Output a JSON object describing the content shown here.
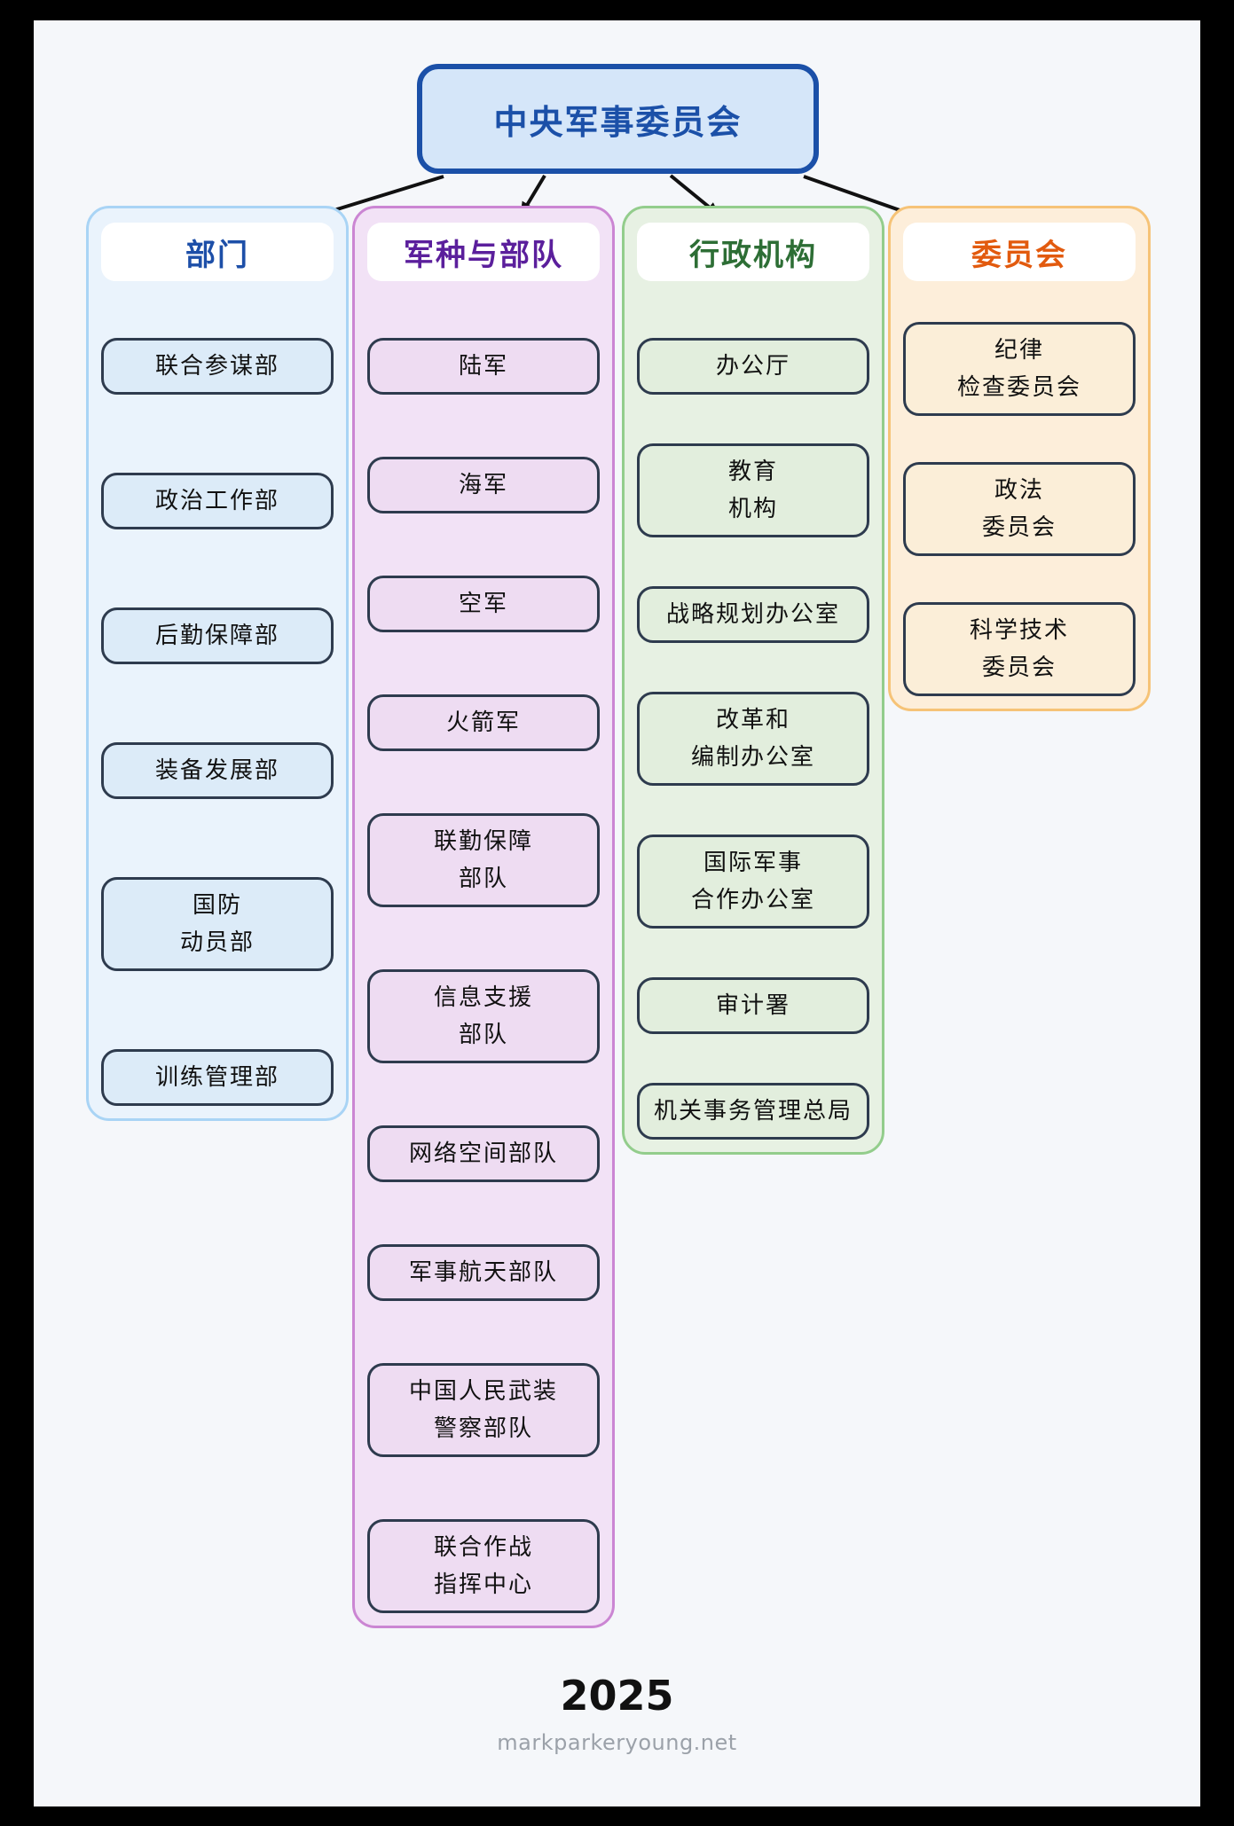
{
  "title": "中央军事委员会",
  "footer": {
    "year": "2025",
    "site": "markparkeryoung.net"
  },
  "colors": {
    "page_bg": "#f5f7fa",
    "frame": "#000000",
    "title_bg": "#d5e6f9",
    "title_border": "#1b50a8",
    "title_text": "#1b50a8",
    "item_border": "#2e3b4e",
    "item_text": "#111111",
    "arrow": "#111111",
    "footer_year_color": "#111111",
    "footer_site_color": "#9ba1a9"
  },
  "columns": [
    {
      "label": "部门",
      "accent": "#1d4fa8",
      "panel_bg": "#eaf3fc",
      "panel_border": "#a9d4f5",
      "item_bg": "#dcebf8",
      "items": [
        {
          "lines": [
            "联合参谋部"
          ]
        },
        {
          "lines": [
            "政治工作部"
          ]
        },
        {
          "lines": [
            "后勤保障部"
          ]
        },
        {
          "lines": [
            "装备发展部"
          ]
        },
        {
          "lines": [
            "国防",
            "动员部"
          ]
        },
        {
          "lines": [
            "训练管理部"
          ]
        }
      ]
    },
    {
      "label": "军种与部队",
      "accent": "#5b1f9c",
      "panel_bg": "#f2e2f6",
      "panel_border": "#cb86d3",
      "item_bg": "#eedcf2",
      "items": [
        {
          "lines": [
            "陆军"
          ]
        },
        {
          "lines": [
            "海军"
          ]
        },
        {
          "lines": [
            "空军"
          ]
        },
        {
          "lines": [
            "火箭军"
          ]
        },
        {
          "lines": [
            "联勤保障",
            "部队"
          ]
        },
        {
          "lines": [
            "信息支援",
            "部队"
          ]
        },
        {
          "lines": [
            "网络空间部队"
          ]
        },
        {
          "lines": [
            "军事航天部队"
          ]
        },
        {
          "lines": [
            "中国人民武装",
            "警察部队"
          ]
        },
        {
          "lines": [
            "联合作战",
            "指挥中心"
          ]
        }
      ]
    },
    {
      "label": "行政机构",
      "accent": "#2d6e35",
      "panel_bg": "#e7f1e3",
      "panel_border": "#93cd8c",
      "item_bg": "#e2eedd",
      "items": [
        {
          "lines": [
            "办公厅"
          ]
        },
        {
          "lines": [
            "教育",
            "机构"
          ]
        },
        {
          "lines": [
            "战略规划办公室"
          ]
        },
        {
          "lines": [
            "改革和",
            "编制办公室"
          ]
        },
        {
          "lines": [
            "国际军事",
            "合作办公室"
          ]
        },
        {
          "lines": [
            "审计署"
          ]
        },
        {
          "lines": [
            "机关事务管理总局"
          ]
        }
      ]
    },
    {
      "label": "委员会",
      "accent": "#e25a0e",
      "panel_bg": "#fdeeda",
      "panel_border": "#f6c377",
      "item_bg": "#fbeed8",
      "items": [
        {
          "lines": [
            "纪律",
            "检查委员会"
          ]
        },
        {
          "lines": [
            "政法",
            "委员会"
          ]
        },
        {
          "lines": [
            "科学技术",
            "委员会"
          ]
        }
      ]
    }
  ]
}
